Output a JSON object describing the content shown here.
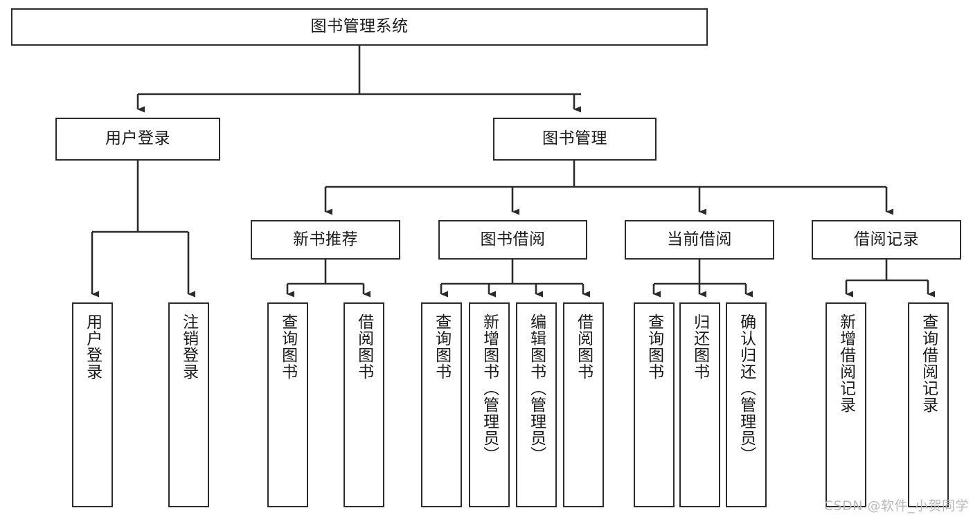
{
  "diagram": {
    "title": "图书管理系统",
    "type": "tree-hierarchy",
    "watermark": "CSDN @软件_小贺同学",
    "colors": {
      "border": "#2b2b2b",
      "background": "#ffffff",
      "text": "#1a1a1a",
      "connector": "#2b2b2b",
      "watermark": "#b9b9b9"
    },
    "nodes": {
      "root": {
        "label": "图书管理系统"
      },
      "level2": [
        {
          "id": "user-login",
          "label": "用户登录"
        },
        {
          "id": "book-manage",
          "label": "图书管理"
        }
      ],
      "level3": [
        {
          "id": "new-book-recommend",
          "label": "新书推荐"
        },
        {
          "id": "book-borrow",
          "label": "图书借阅"
        },
        {
          "id": "current-borrow",
          "label": "当前借阅"
        },
        {
          "id": "borrow-record",
          "label": "借阅记录"
        }
      ],
      "leaves": {
        "user-login": [
          {
            "id": "leaf-user-login",
            "label": "用户登录"
          },
          {
            "id": "leaf-logout-login",
            "label": "注销登录"
          }
        ],
        "new-book-recommend": [
          {
            "id": "leaf-query-book-1",
            "label": "查询图书"
          },
          {
            "id": "leaf-borrow-book-1",
            "label": "借阅图书"
          }
        ],
        "book-borrow": [
          {
            "id": "leaf-query-book-2",
            "label": "查询图书"
          },
          {
            "id": "leaf-add-book",
            "label": "新增图书（管理员）"
          },
          {
            "id": "leaf-edit-book",
            "label": "编辑图书（管理员）"
          },
          {
            "id": "leaf-borrow-book-2",
            "label": "借阅图书"
          }
        ],
        "current-borrow": [
          {
            "id": "leaf-query-book-3",
            "label": "查询图书"
          },
          {
            "id": "leaf-return-book",
            "label": "归还图书"
          },
          {
            "id": "leaf-confirm-return",
            "label": "确认归还（管理员）"
          }
        ],
        "borrow-record": [
          {
            "id": "leaf-add-record",
            "label": "新增借阅记录"
          },
          {
            "id": "leaf-query-record",
            "label": "查询借阅记录"
          }
        ]
      }
    }
  }
}
